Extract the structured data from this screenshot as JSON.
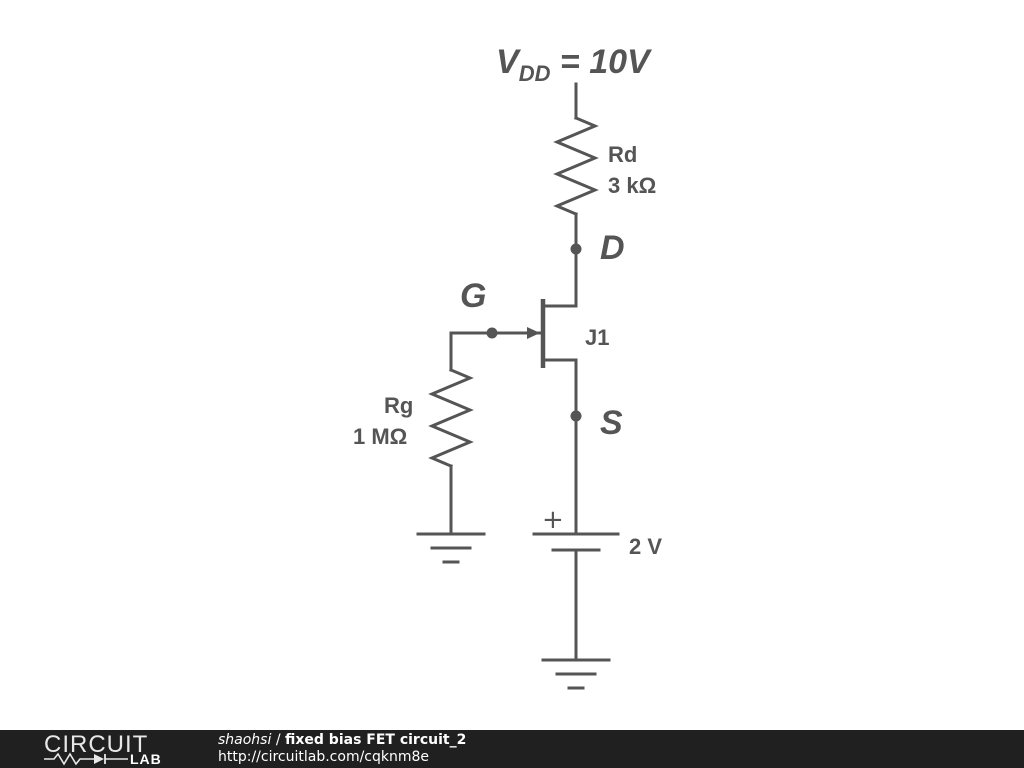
{
  "schematic": {
    "supply_label": "V",
    "supply_sub": "DD",
    "supply_value": " = 10V",
    "rd_name": "Rd",
    "rd_value": "3 kΩ",
    "rg_name": "Rg",
    "rg_value": "1 MΩ",
    "drain_label": "D",
    "gate_label": "G",
    "source_label": "S",
    "fet_name": "J1",
    "battery_value": "2 V",
    "battery_plus": "+"
  },
  "footer": {
    "logo_top": "CIRCUIT",
    "logo_bottom": "LAB",
    "author": "shaohsi",
    "separator": " / ",
    "title": "fixed bias FET circuit_2",
    "url": "http://circuitlab.com/cqknm8e"
  }
}
